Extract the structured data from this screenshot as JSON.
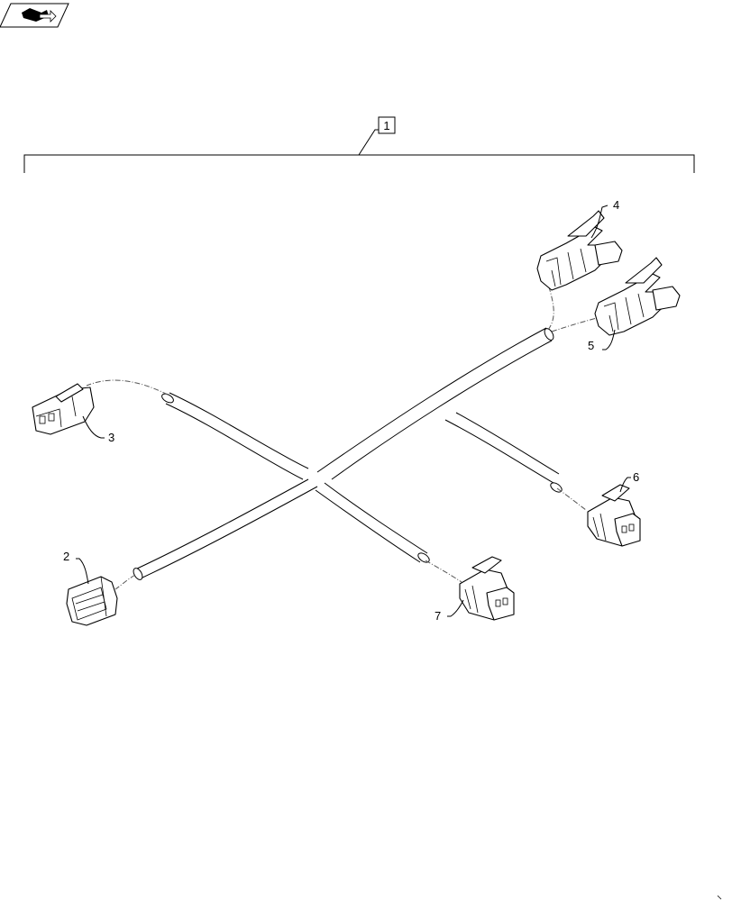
{
  "nav_icon": "book-arrow-icon",
  "assembly_callout": "1",
  "callouts": {
    "c2": "2",
    "c3": "3",
    "c4": "4",
    "c5": "5",
    "c6": "6",
    "c7": "7"
  }
}
